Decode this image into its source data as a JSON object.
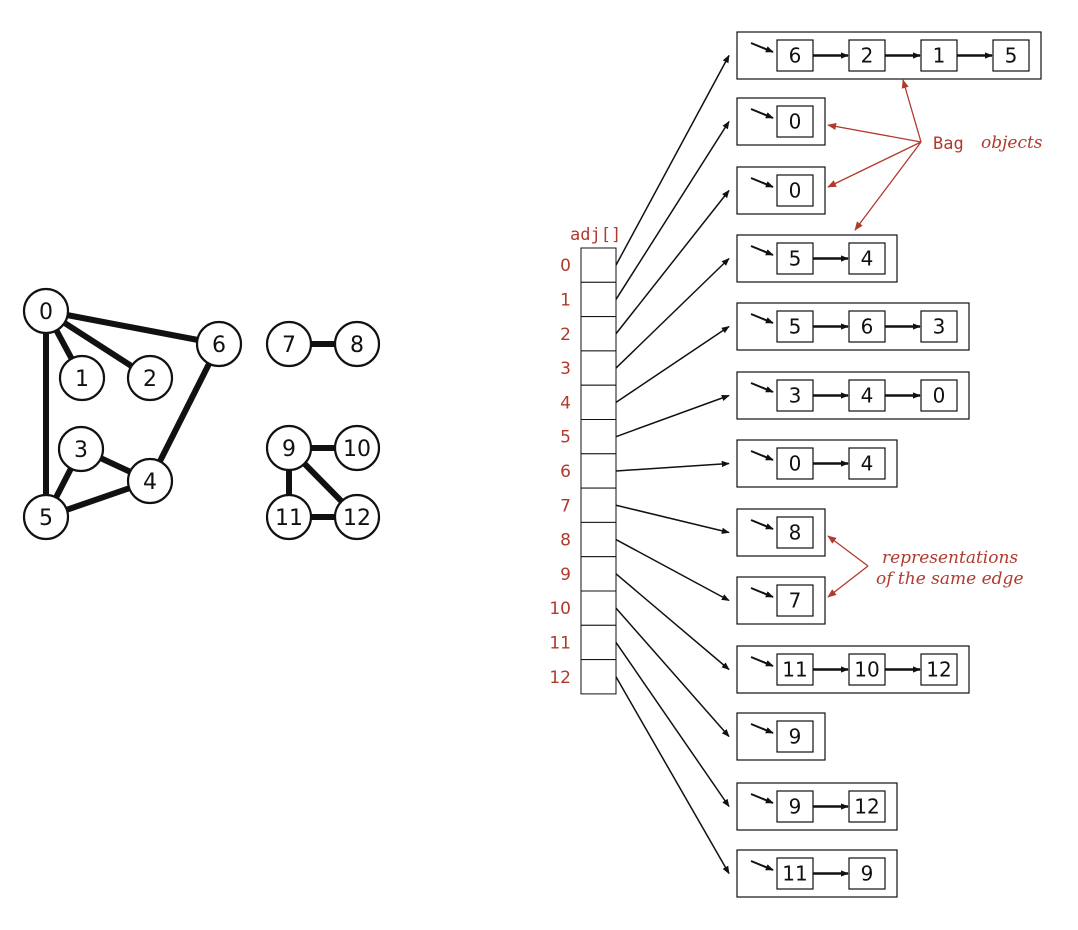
{
  "graph": {
    "vertices": [
      "0",
      "1",
      "2",
      "3",
      "4",
      "5",
      "6",
      "7",
      "8",
      "9",
      "10",
      "11",
      "12"
    ],
    "edges": [
      [
        "0",
        "1"
      ],
      [
        "0",
        "2"
      ],
      [
        "0",
        "5"
      ],
      [
        "0",
        "6"
      ],
      [
        "3",
        "4"
      ],
      [
        "3",
        "5"
      ],
      [
        "4",
        "5"
      ],
      [
        "4",
        "6"
      ],
      [
        "7",
        "8"
      ],
      [
        "9",
        "10"
      ],
      [
        "9",
        "11"
      ],
      [
        "9",
        "12"
      ],
      [
        "11",
        "12"
      ]
    ]
  },
  "adj": {
    "title": "adj[]",
    "indices": [
      "0",
      "1",
      "2",
      "3",
      "4",
      "5",
      "6",
      "7",
      "8",
      "9",
      "10",
      "11",
      "12"
    ],
    "lists": [
      [
        "6",
        "2",
        "1",
        "5"
      ],
      [
        "0"
      ],
      [
        "0"
      ],
      [
        "5",
        "4"
      ],
      [
        "5",
        "6",
        "3"
      ],
      [
        "3",
        "4",
        "0"
      ],
      [
        "0",
        "4"
      ],
      [
        "8"
      ],
      [
        "7"
      ],
      [
        "11",
        "10",
        "12"
      ],
      [
        "9"
      ],
      [
        "9",
        "12"
      ],
      [
        "11",
        "9"
      ]
    ]
  },
  "annotations": {
    "bag_code": "Bag",
    "bag_text": "objects",
    "edge_line1": "representations",
    "edge_line2": "of the same edge"
  },
  "colors": {
    "ink": "#111111",
    "accent": "#b03a2e"
  }
}
